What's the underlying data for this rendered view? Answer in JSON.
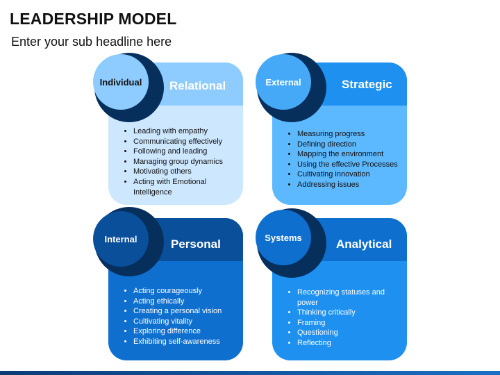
{
  "header": {
    "title": "LEADERSHIP MODEL",
    "subtitle": "Enter your sub headline here"
  },
  "colors": {
    "light_card": "#cde7ff",
    "light_band": "#8ecbff",
    "mid_card": "#5cb8ff",
    "mid_band": "#1e90f0",
    "dark_card": "#0f6fcf",
    "dark_band": "#0a4f9a",
    "navy_ring": "#062f5c"
  },
  "quadrants": [
    {
      "badge": "Individual",
      "heading": "Relational",
      "items": [
        "Leading with empathy",
        "Communicating effectively",
        "Following and leading",
        "Managing group dynamics",
        "Motivating others",
        "Acting with Emotional Intelligence"
      ]
    },
    {
      "badge": "External",
      "heading": "Strategic",
      "items": [
        "Measuring progress",
        "Defining direction",
        "Mapping the environment",
        "Using the effective Processes",
        "Cultivating innovation",
        "Addressing issues"
      ]
    },
    {
      "badge": "Internal",
      "heading": "Personal",
      "items": [
        "Acting courageously",
        "Acting ethically",
        "Creating a personal vision",
        "Cultivating vitality",
        "Exploring difference",
        "Exhibiting self-awareness"
      ]
    },
    {
      "badge": "Systems",
      "heading": "Analytical",
      "items": [
        "Recognizing statuses and power",
        "Thinking critically",
        "Framing",
        "Questioning",
        "Reflecting"
      ]
    }
  ]
}
